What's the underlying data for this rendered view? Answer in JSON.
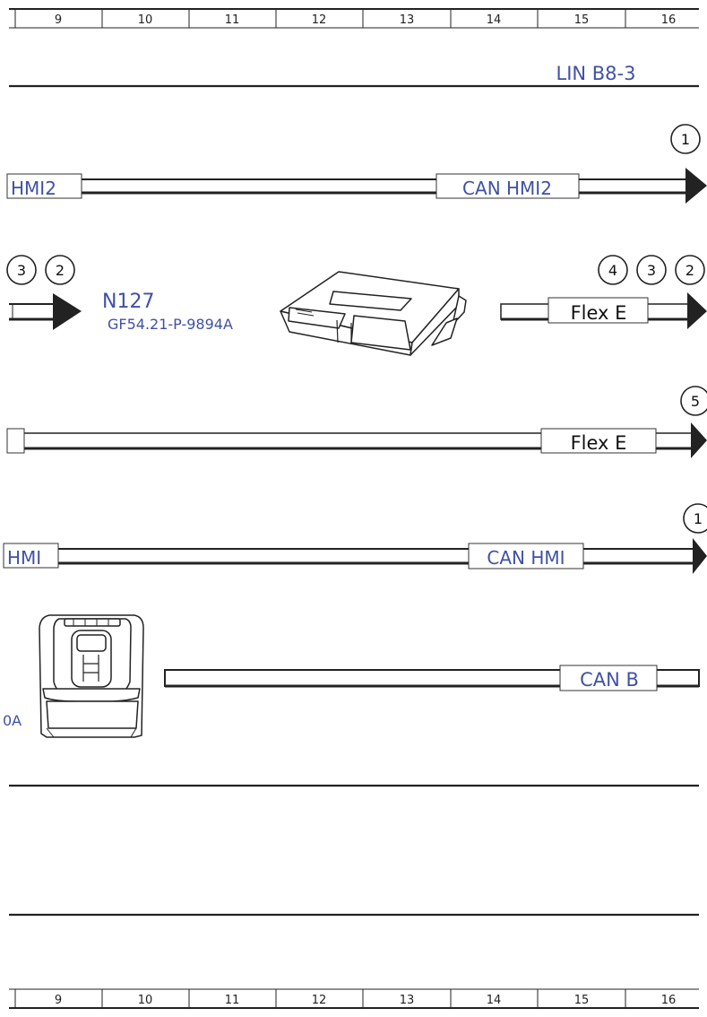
{
  "ruler": {
    "columns": [
      "9",
      "10",
      "11",
      "12",
      "13",
      "14",
      "15",
      "16"
    ]
  },
  "sections": {
    "lin_label": "LIN B8-3"
  },
  "wires": {
    "w1": {
      "left_label": "HMI2",
      "mid_label": "CAN HMI2",
      "connector": "1"
    },
    "w2_left": {
      "connectors": [
        "3",
        "2"
      ]
    },
    "w2_right": {
      "label": "Flex E",
      "connectors": [
        "4",
        "3",
        "2"
      ]
    },
    "w3": {
      "label": "Flex E",
      "connector": "5"
    },
    "w4": {
      "left_label": "HMI",
      "mid_label": "CAN HMI",
      "connector": "1"
    },
    "w5": {
      "label": "CAN B",
      "left_label": "0A"
    }
  },
  "component": {
    "id": "N127",
    "ref": "GF54.21-P-9894A"
  },
  "colors": {
    "blue_text": "#3f51a5",
    "line": "#222222"
  }
}
